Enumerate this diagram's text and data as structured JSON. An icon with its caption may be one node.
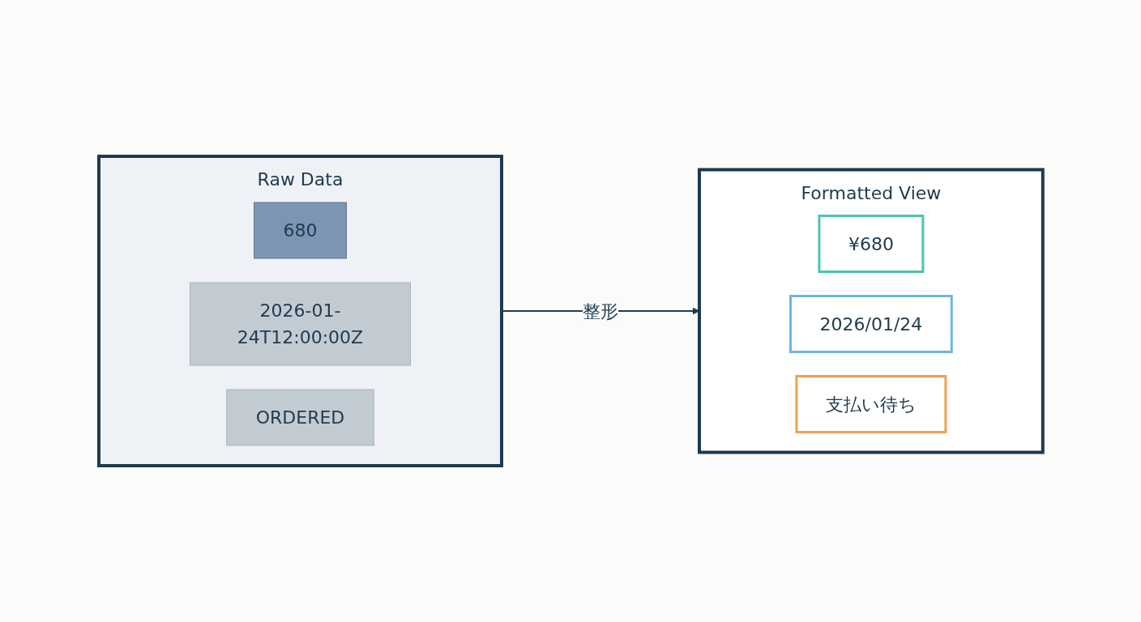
{
  "diagram": {
    "nodes": [
      {
        "text": [
          "Raw Data"
        ]
      },
      {
        "text": [
          "680"
        ],
        "in": 0
      },
      {
        "text": [
          "2026-01-24T12:00:00Z"
        ],
        "in": 0
      },
      {
        "text": [
          "ORDERED"
        ],
        "in": 0
      },
      {
        "text": [
          "Formatted View"
        ]
      },
      {
        "text": [
          "¥680"
        ],
        "in": 4
      },
      {
        "text": [
          "2026/01/24"
        ],
        "in": 4
      },
      {
        "text": [
          "支払い待ち"
        ],
        "in": 4
      }
    ],
    "edges": [
      {
        "from": 0,
        "to": 4,
        "arrow": "to",
        "label": "整形"
      }
    ]
  }
}
